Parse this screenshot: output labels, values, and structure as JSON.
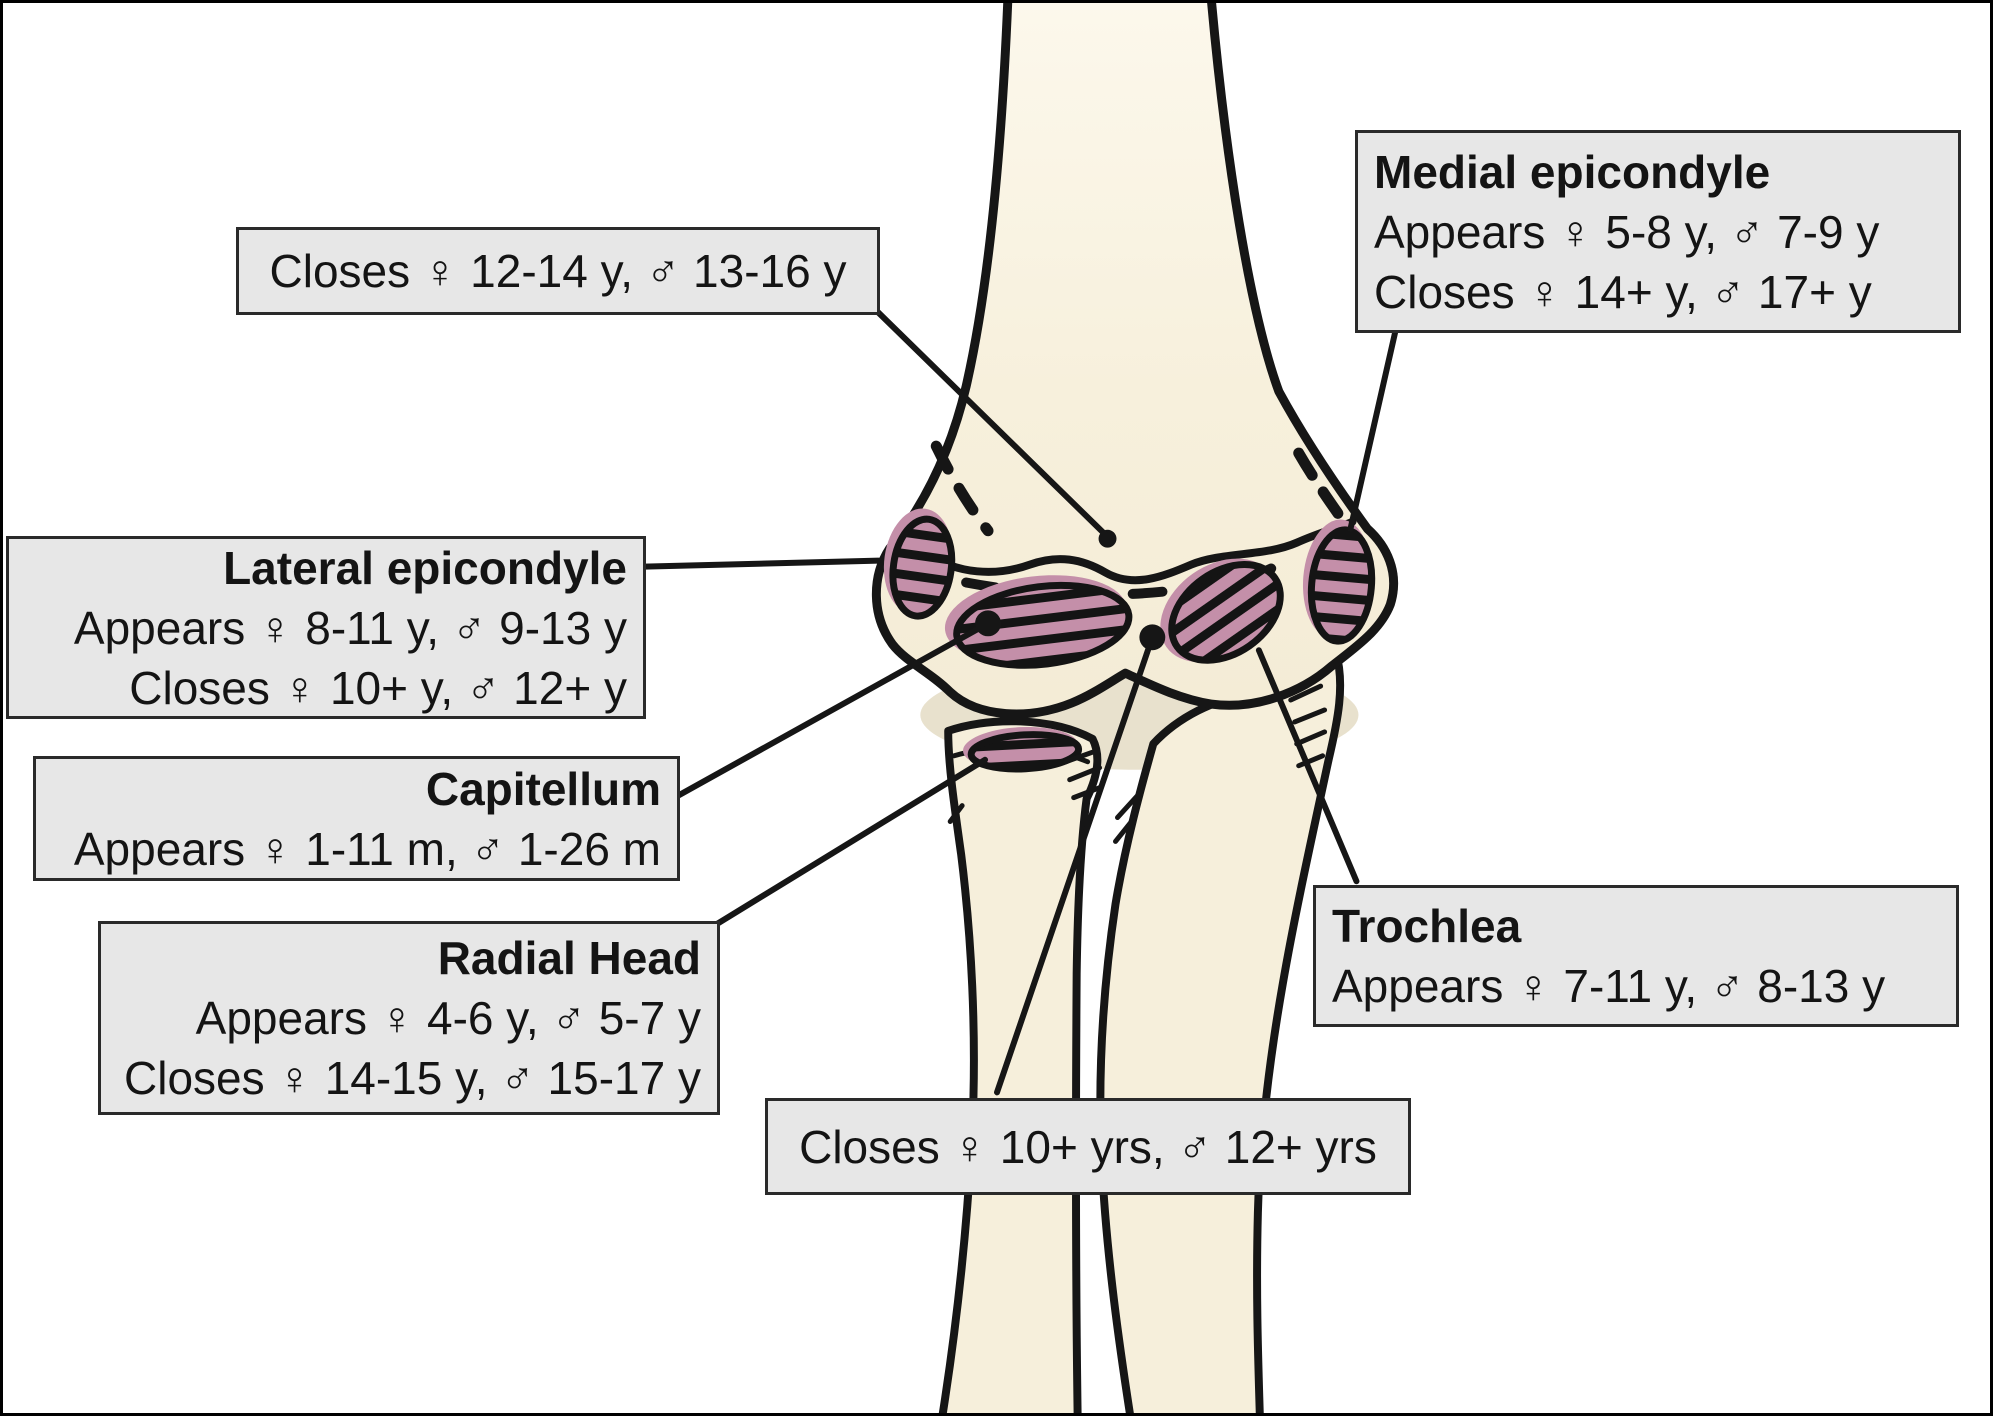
{
  "colors": {
    "background": "#ffffff",
    "frame": "#000000",
    "bone_fill": "#f6efdb",
    "bone_shade": "#e8e1cd",
    "ossification_pink": "#c48fa9",
    "outline": "#161616",
    "callout_bg": "#e7e7e7",
    "callout_border": "#2a2a2a"
  },
  "callouts": {
    "physis": {
      "line1": "Closes ♀ 12-14 y, ♂ 13-16 y"
    },
    "medial_epicondyle": {
      "title": "Medial epicondyle",
      "line1": "Appears ♀ 5-8 y,  ♂ 7-9 y",
      "line2": "Closes  ♀ 14+ y,  ♂ 17+ y"
    },
    "lateral_epicondyle": {
      "title": "Lateral epicondyle",
      "line1": "Appears ♀ 8-11 y, ♂ 9-13 y",
      "line2": "Closes ♀ 10+ y,  ♂ 12+ y"
    },
    "capitellum": {
      "title": "Capitellum",
      "line1": "Appears  ♀ 1-11 m, ♂ 1-26 m"
    },
    "radial_head": {
      "title": "Radial Head",
      "line1": "Appears ♀ 4-6 y, ♂ 5-7 y",
      "line2": "Closes ♀ 14-15 y, ♂ 15-17 y"
    },
    "distal_physis": {
      "line1": "Closes ♀ 10+ yrs, ♂ 12+ yrs"
    },
    "trochlea": {
      "title": "Trochlea",
      "line1": "Appears ♀ 7-11 y, ♂ 8-13 y"
    }
  }
}
